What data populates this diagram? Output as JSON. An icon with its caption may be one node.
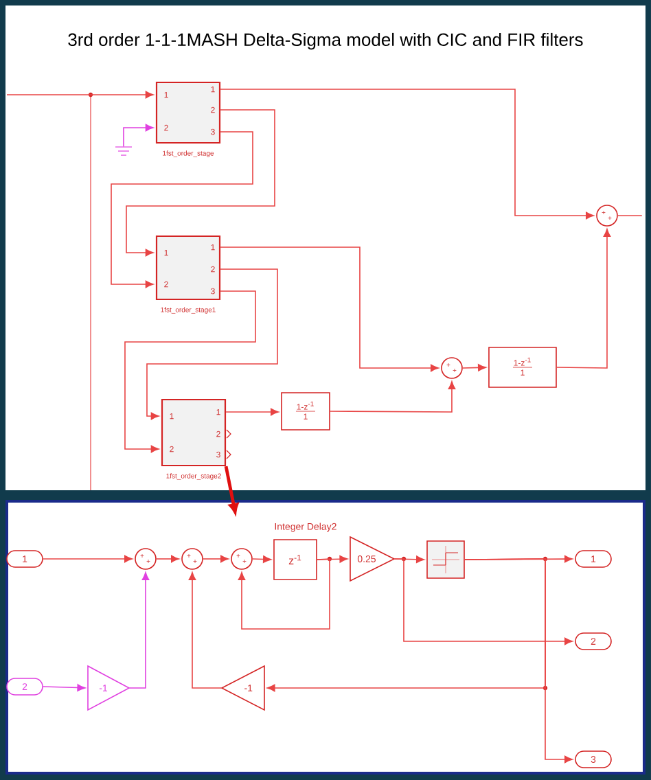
{
  "diagram": {
    "title": "3rd order 1-1-1MASH Delta-Sigma model with CIC and FIR filters",
    "nodes": [
      {
        "text": [
          "1fst_order_stage",
          "1",
          "2",
          "1",
          "2",
          "3"
        ]
      },
      {
        "text": [],
        "shape": "ground"
      },
      {
        "text": [
          "1fst_order_stage1",
          "1",
          "2",
          "1",
          "2",
          "3"
        ]
      },
      {
        "text": [
          "1fst_order_stage2",
          "1",
          "2",
          "1",
          "2",
          "3"
        ]
      },
      {
        "text": [
          "1-z$^{-1}$",
          "1"
        ]
      },
      {
        "text": [
          "+",
          "+"
        ]
      },
      {
        "text": [
          "1-z$^{-1}$",
          "1"
        ]
      },
      {
        "text": [
          "+",
          "+"
        ]
      },
      {
        "text": [
          "1"
        ]
      },
      {
        "text": [
          "2"
        ]
      },
      {
        "text": [
          "-1"
        ]
      },
      {
        "text": [
          "+",
          "+"
        ]
      },
      {
        "text": [
          "+",
          "+"
        ]
      },
      {
        "text": [
          "+",
          "+"
        ]
      },
      {
        "text": [
          "Integer Delay2",
          "z$^{-1}$"
        ]
      },
      {
        "text": [
          "0.25"
        ]
      },
      {
        "text": [],
        "shape": "box"
      },
      {
        "text": [
          "1"
        ]
      },
      {
        "text": [
          "2"
        ]
      },
      {
        "text": [
          "-1"
        ]
      },
      {
        "text": [
          "3"
        ]
      }
    ],
    "edges": [
      {
        "from": null,
        "to": 0,
        "arrow": "to"
      },
      {
        "from": 1,
        "to": 0,
        "arrow": "to",
        "color": "#e040e0"
      },
      {
        "from": 0,
        "to": 7,
        "arrow": "to"
      },
      {
        "from": 0,
        "to": 2,
        "arrow": "to"
      },
      {
        "from": 0,
        "to": 2,
        "arrow": "to"
      },
      {
        "from": 2,
        "to": 5,
        "arrow": "to"
      },
      {
        "from": 2,
        "to": 3,
        "arrow": "to"
      },
      {
        "from": 2,
        "to": 3,
        "arrow": "to"
      },
      {
        "from": 3,
        "to": 4,
        "arrow": "to"
      },
      {
        "from": 4,
        "to": 5,
        "arrow": "to"
      },
      {
        "from": 5,
        "to": 6,
        "arrow": "to"
      },
      {
        "from": 6,
        "to": 7,
        "arrow": "to"
      },
      {
        "from": 7,
        "to": null,
        "arrow": "none"
      },
      {
        "from": 3,
        "to": null,
        "arrow": "to",
        "style": "thick",
        "color": "#e01010"
      },
      {
        "from": 8,
        "to": 11,
        "arrow": "to"
      },
      {
        "from": 9,
        "to": 10,
        "arrow": "to",
        "color": "#e040e0"
      },
      {
        "from": 10,
        "to": 11,
        "arrow": "to",
        "color": "#e040e0"
      },
      {
        "from": 11,
        "to": 12,
        "arrow": "to"
      },
      {
        "from": 12,
        "to": 13,
        "arrow": "to"
      },
      {
        "from": 13,
        "to": 14,
        "arrow": "to"
      },
      {
        "from": 14,
        "to": 15,
        "arrow": "to"
      },
      {
        "from": 14,
        "to": 13,
        "arrow": "to"
      },
      {
        "from": 15,
        "to": 16,
        "arrow": "to"
      },
      {
        "from": 15,
        "to": 18,
        "arrow": "to"
      },
      {
        "from": 16,
        "to": 17,
        "arrow": "to"
      },
      {
        "from": 16,
        "to": 20,
        "arrow": "to"
      },
      {
        "from": 16,
        "to": 19,
        "arrow": "to"
      },
      {
        "from": 19,
        "to": 12,
        "arrow": "to"
      }
    ]
  }
}
